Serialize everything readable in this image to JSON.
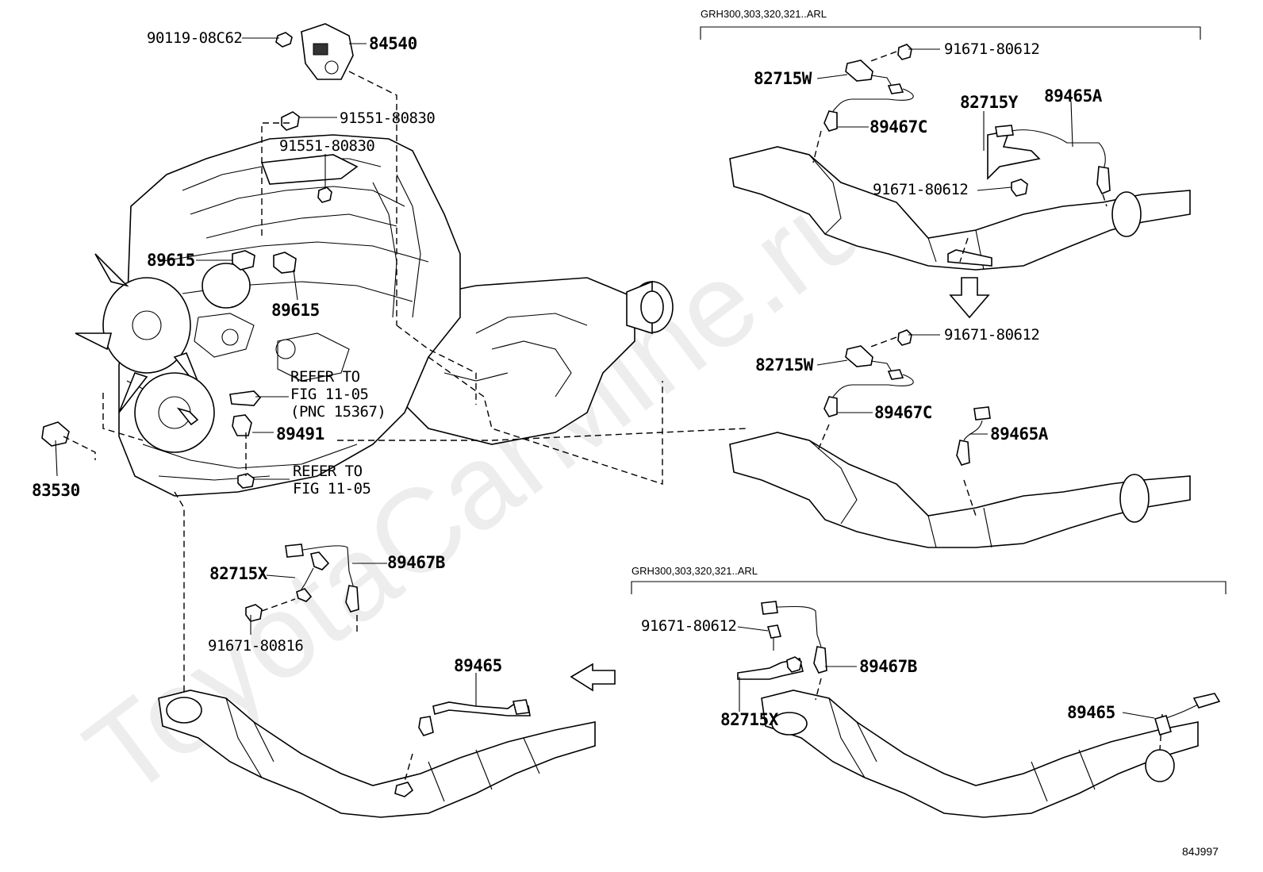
{
  "watermark": "ToyotaCarMine.ru",
  "diagram_code": "84J997",
  "engine_section": {
    "parts": {
      "p84540": "84540",
      "p90119": "90119-08C62",
      "p91551_a": "91551-80830",
      "p91551_b": "91551-80830",
      "p89615_a": "89615",
      "p89615_b": "89615",
      "p89491": "89491",
      "p83530": "83530"
    },
    "refer_fig_pnc": [
      "REFER TO",
      "FIG 11-05",
      "(PNC 15367)"
    ],
    "refer_fig": [
      "REFER TO",
      "FIG 11-05"
    ]
  },
  "top_right": {
    "caption": "GRH300,303,320,321..ARL",
    "parts": {
      "p91671_a": "91671-80612",
      "p82715w": "82715W",
      "p89467c": "89467C",
      "p82715y": "82715Y",
      "p89465a": "89465A",
      "p91671_b": "91671-80612"
    }
  },
  "mid_right": {
    "parts": {
      "p91671": "91671-80612",
      "p82715w": "82715W",
      "p89467c": "89467C",
      "p89465a": "89465A"
    }
  },
  "bottom_left": {
    "parts": {
      "p82715x": "82715X",
      "p89467b": "89467B",
      "p91671": "91671-80816",
      "p89465": "89465"
    }
  },
  "bottom_right": {
    "caption": "GRH300,303,320,321..ARL",
    "parts": {
      "p91671": "91671-80612",
      "p89467b": "89467B",
      "p82715x": "82715X",
      "p89465": "89465"
    }
  }
}
